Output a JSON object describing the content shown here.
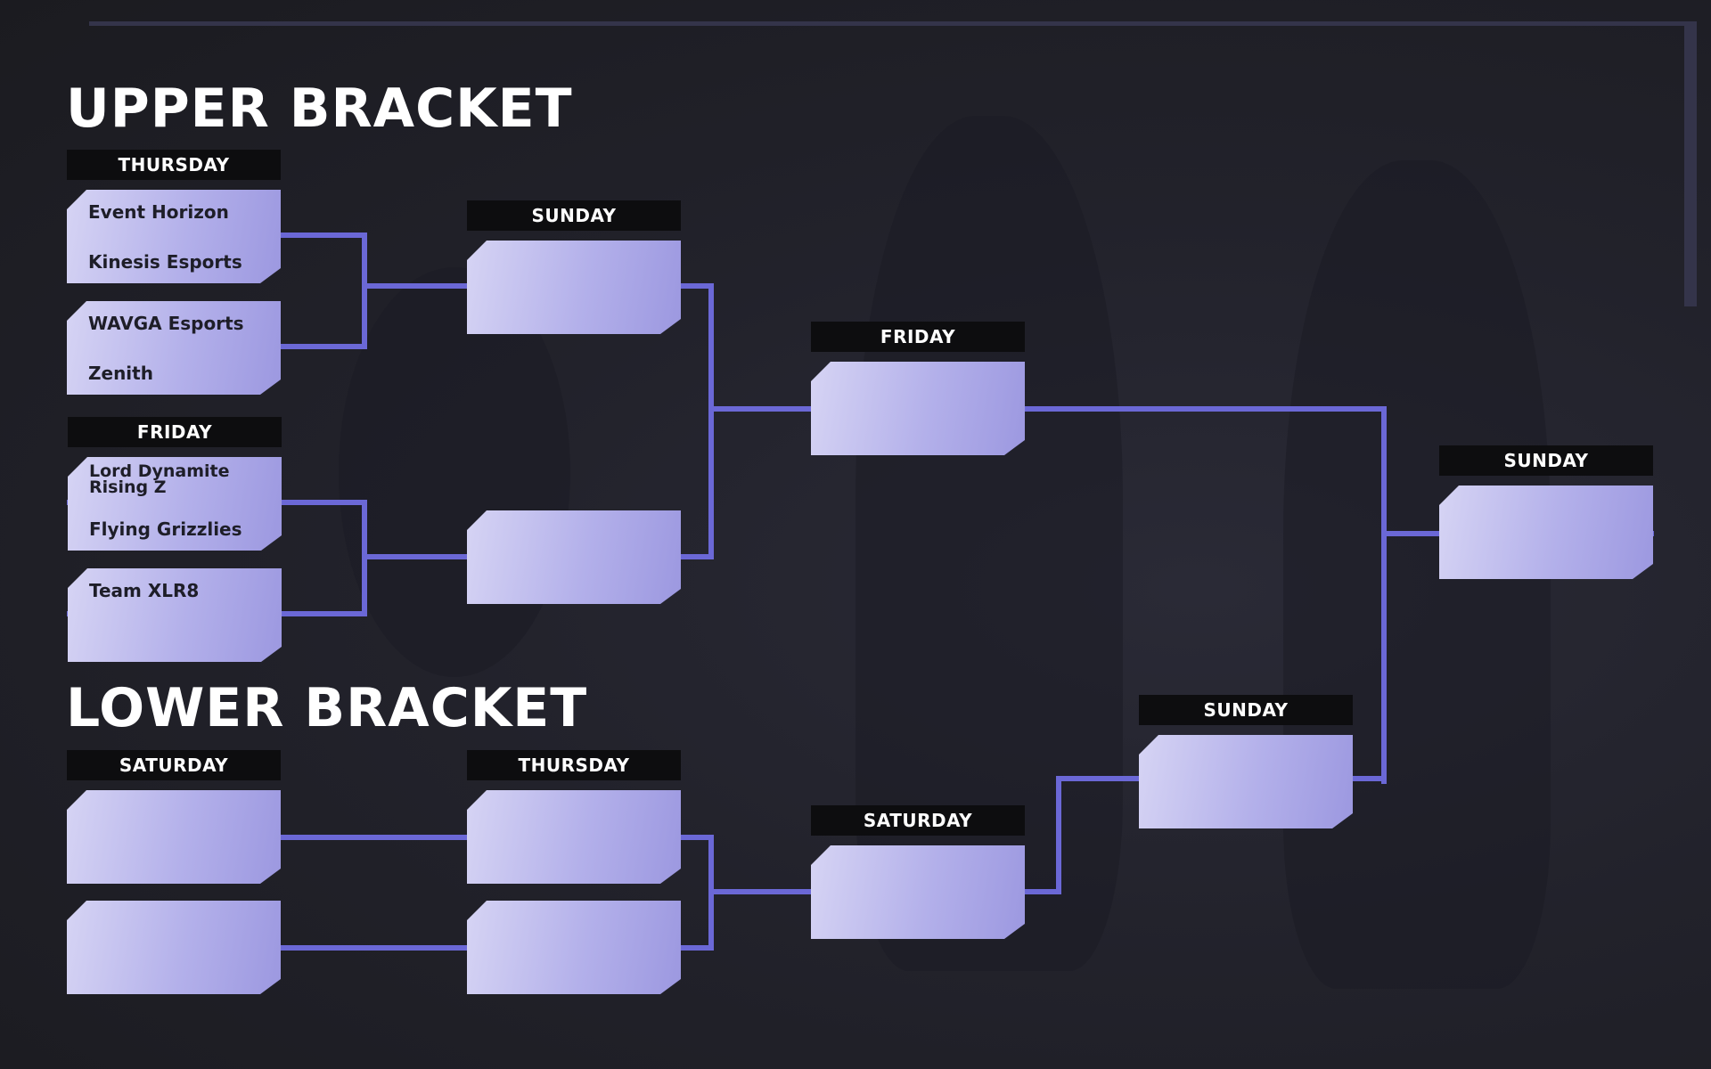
{
  "upper_bracket": {
    "title": "UPPER BRACKET",
    "round1_thursday": {
      "day": "THURSDAY",
      "matches": [
        {
          "team1": "Event Horizon",
          "team2": "Kinesis Esports"
        },
        {
          "team1": "WAVGA Esports",
          "team2": "Zenith"
        }
      ]
    },
    "round1_friday": {
      "day": "FRIDAY",
      "matches": [
        {
          "team1": "Lord Dynamite Rising Z",
          "team2": "Flying Grizzlies"
        },
        {
          "team1": "Team XLR8",
          "team2": ""
        }
      ]
    },
    "semifinal": {
      "day": "SUNDAY"
    },
    "final": {
      "day": "FRIDAY"
    }
  },
  "lower_bracket": {
    "title": "LOWER BRACKET",
    "round1": {
      "day": "SATURDAY"
    },
    "round2": {
      "day": "THURSDAY"
    },
    "round3": {
      "day": "SATURDAY"
    },
    "final": {
      "day": "SUNDAY"
    }
  },
  "grand_final": {
    "day": "SUNDAY"
  },
  "colors": {
    "background": "#22222b",
    "connector": "#6b68d6",
    "match_box": "#b3b0ea",
    "day_label": "#0d0d0f"
  }
}
